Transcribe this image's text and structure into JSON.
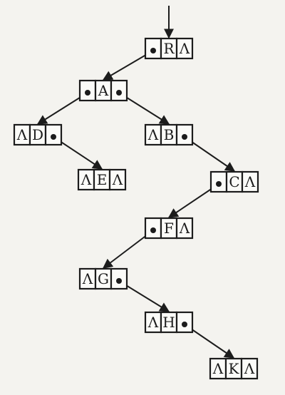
{
  "null_symbol": "Λ",
  "colors": {
    "ink": "#1c1c1c",
    "paper": "#f4f3ef",
    "cell": "#fbfbf8"
  },
  "nodes": [
    {
      "id": "R",
      "label": "R",
      "left": "ptr",
      "right": "null"
    },
    {
      "id": "A",
      "label": "A",
      "left": "ptr",
      "right": "ptr"
    },
    {
      "id": "D",
      "label": "D",
      "left": "null",
      "right": "ptr"
    },
    {
      "id": "B",
      "label": "B",
      "left": "null",
      "right": "ptr"
    },
    {
      "id": "E",
      "label": "E",
      "left": "null",
      "right": "null"
    },
    {
      "id": "C",
      "label": "C",
      "left": "ptr",
      "right": "null"
    },
    {
      "id": "F",
      "label": "F",
      "left": "ptr",
      "right": "null"
    },
    {
      "id": "G",
      "label": "G",
      "left": "null",
      "right": "ptr"
    },
    {
      "id": "H",
      "label": "H",
      "left": "null",
      "right": "ptr"
    },
    {
      "id": "K",
      "label": "K",
      "left": "null",
      "right": "null"
    }
  ],
  "edges": [
    {
      "from": "R",
      "side": "left",
      "to": "A"
    },
    {
      "from": "A",
      "side": "left",
      "to": "D"
    },
    {
      "from": "A",
      "side": "right",
      "to": "B"
    },
    {
      "from": "D",
      "side": "right",
      "to": "E"
    },
    {
      "from": "B",
      "side": "right",
      "to": "C"
    },
    {
      "from": "C",
      "side": "left",
      "to": "F"
    },
    {
      "from": "F",
      "side": "left",
      "to": "G"
    },
    {
      "from": "G",
      "side": "right",
      "to": "H"
    },
    {
      "from": "H",
      "side": "right",
      "to": "K"
    }
  ],
  "root_pointer": {
    "to": "R"
  }
}
